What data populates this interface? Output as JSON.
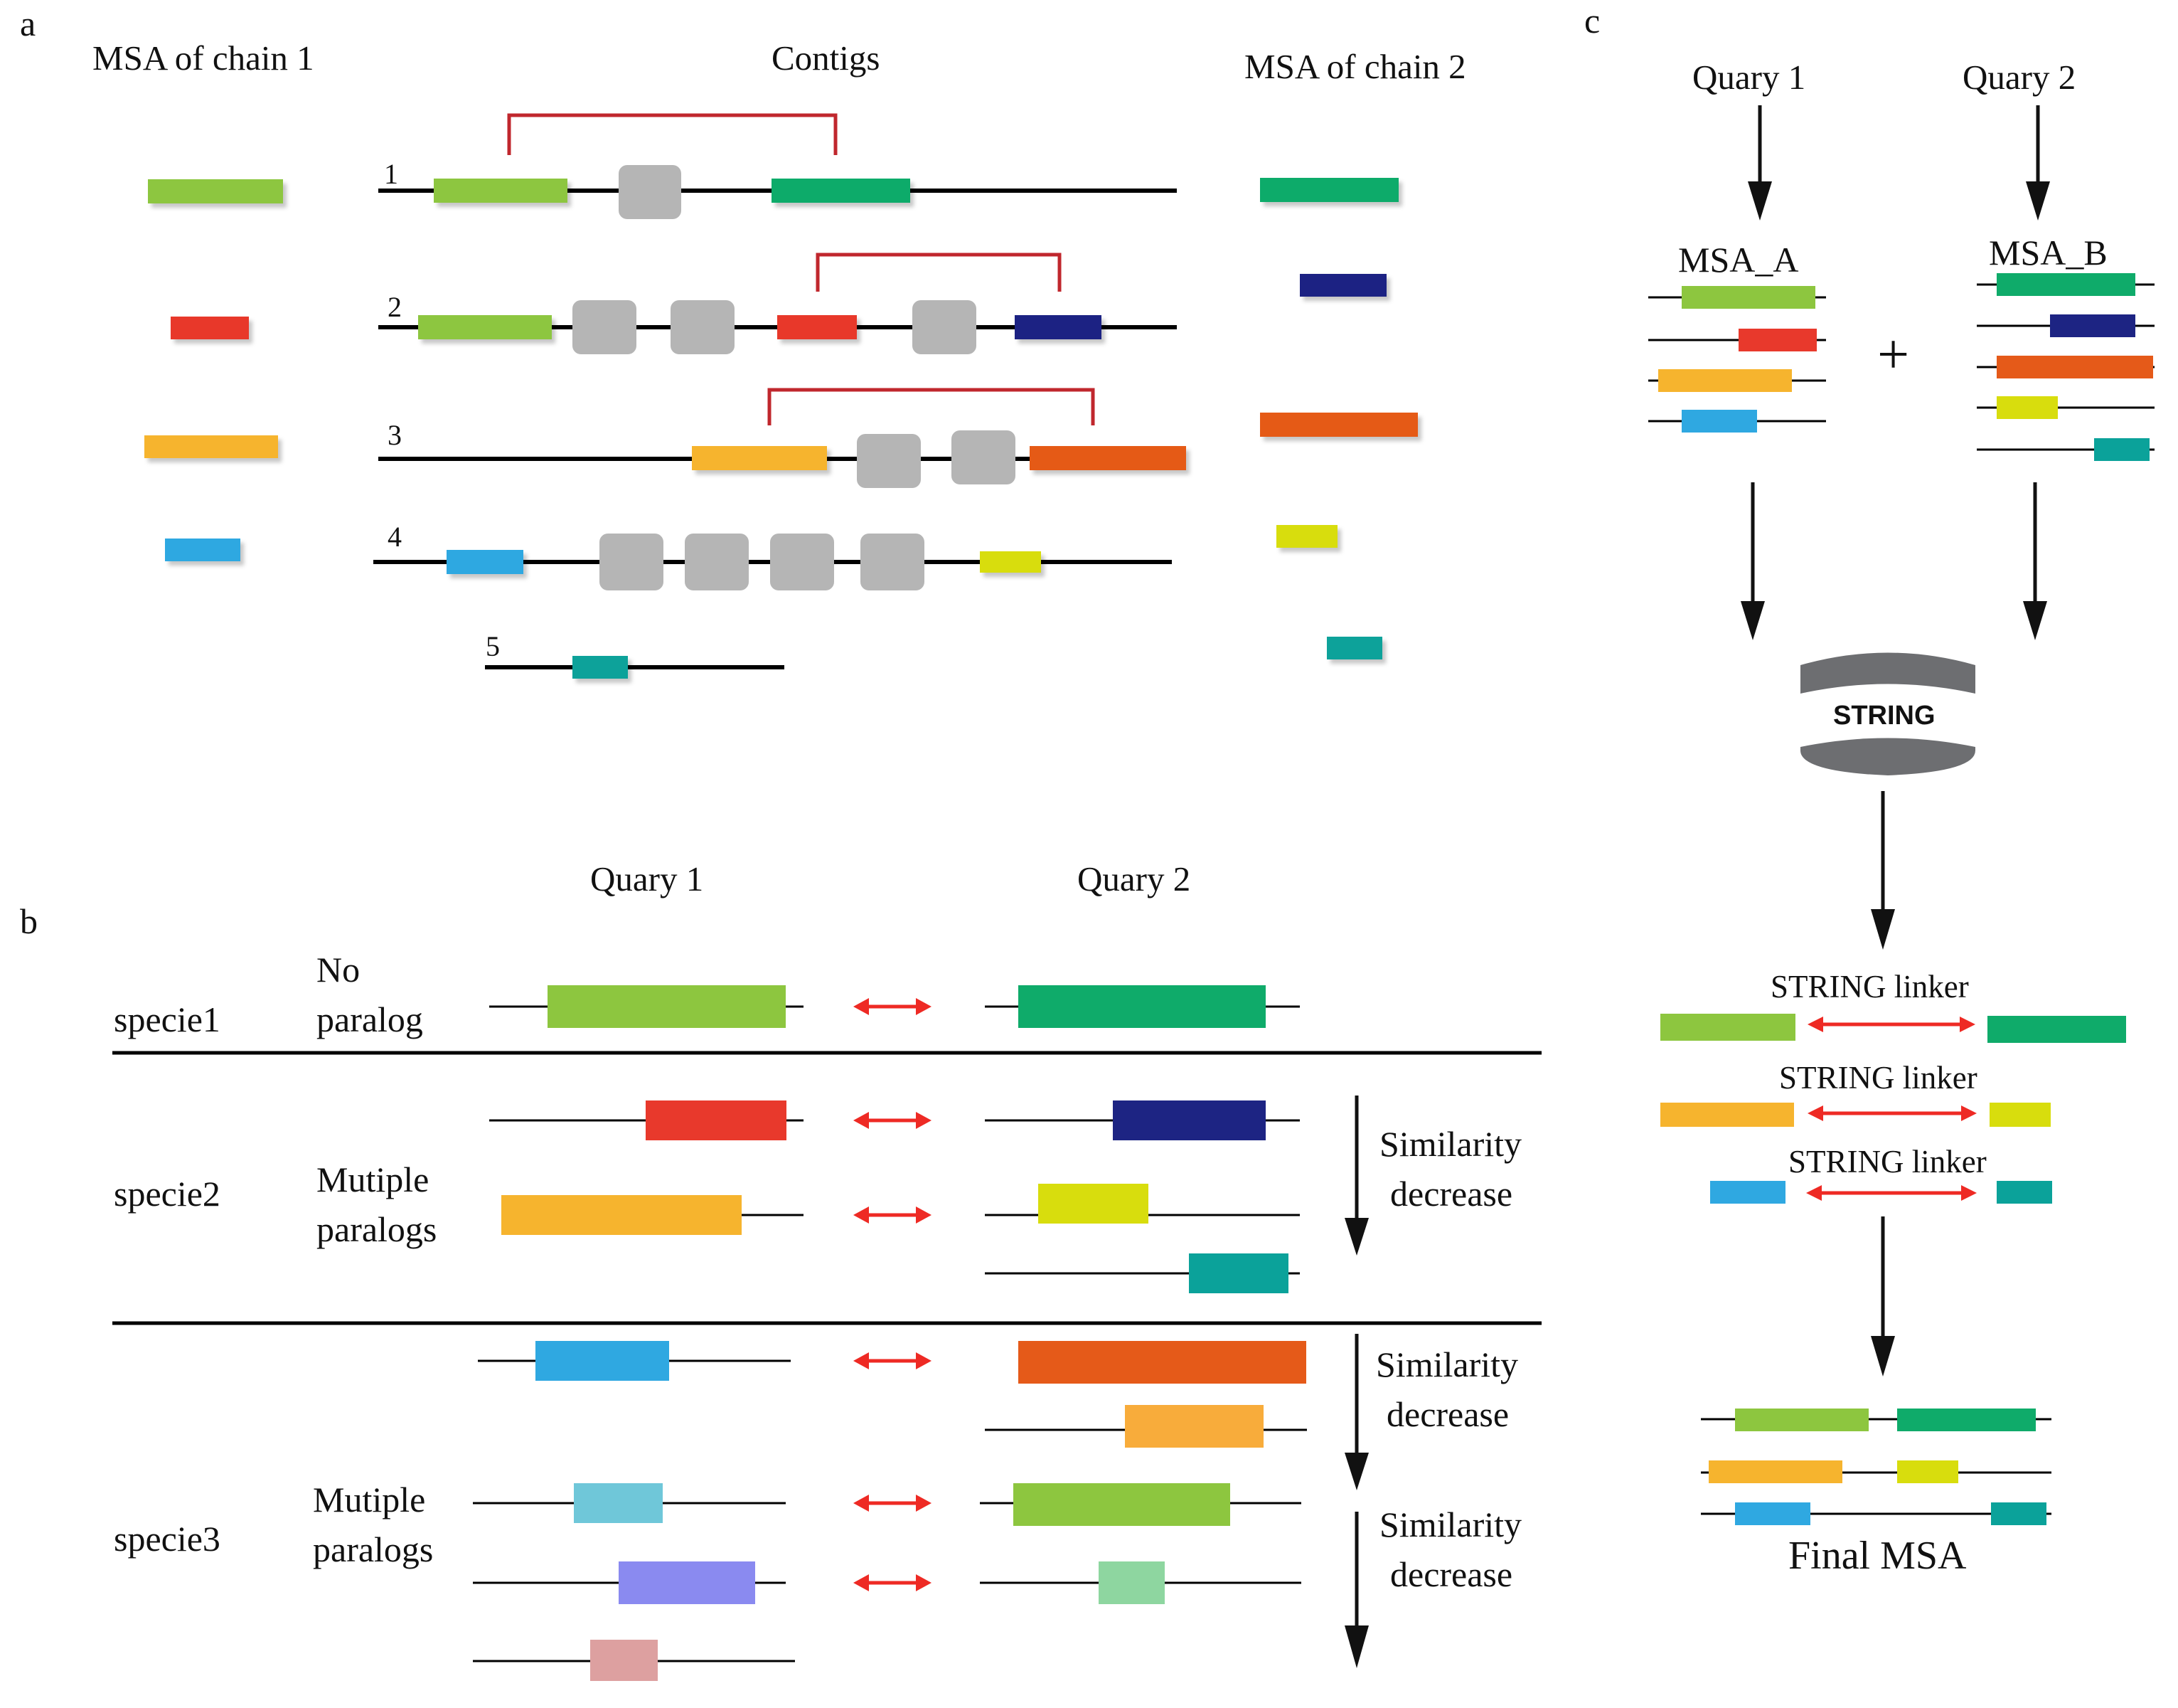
{
  "panels": {
    "a": "a",
    "b": "b",
    "c": "c"
  },
  "panel_a": {
    "msa_chain1_title": "MSA of chain 1",
    "contigs_title": "Contigs",
    "msa_chain2_title": "MSA of chain 2",
    "contig_numbers": [
      "1",
      "2",
      "3",
      "4",
      "5"
    ]
  },
  "panel_b": {
    "query1": "Quary 1",
    "query2": "Quary 2",
    "species": [
      {
        "name": "specie1",
        "paralog_line1": "No",
        "paralog_line2": "paralog"
      },
      {
        "name": "specie2",
        "paralog_line1": "Mutiple",
        "paralog_line2": "paralogs"
      },
      {
        "name": "specie3",
        "paralog_line1": "Mutiple",
        "paralog_line2": "paralogs"
      }
    ],
    "similarity_line1": "Similarity",
    "similarity_line2": "decrease"
  },
  "panel_c": {
    "query1": "Quary 1",
    "query2": "Quary 2",
    "msa_a": "MSA_A",
    "msa_b": "MSA_B",
    "plus": "+",
    "database": "STRING",
    "linker": "STRING linker",
    "final": "Final MSA"
  },
  "colors": {
    "lime_green": "#8DC63F",
    "emerald": "#0FAB6A",
    "red": "#E8392C",
    "navy": "#1D2483",
    "orange_yellow": "#F6B42E",
    "dark_orange": "#E55A19",
    "sky_blue": "#2FA8E1",
    "yellow_green": "#D8DD0D",
    "teal": "#0BA29A",
    "gray_box": "#B5B5B5",
    "bracket_red": "#C0272D",
    "arrow_red": "#EE2A24",
    "light_orange": "#F8AC3B",
    "light_cyan": "#6FC7D9",
    "periwinkle": "#8A8AF0",
    "pale_green": "#8ED6A0",
    "dusty_pink": "#DDA0A0",
    "database_gray": "#6D6E71"
  }
}
